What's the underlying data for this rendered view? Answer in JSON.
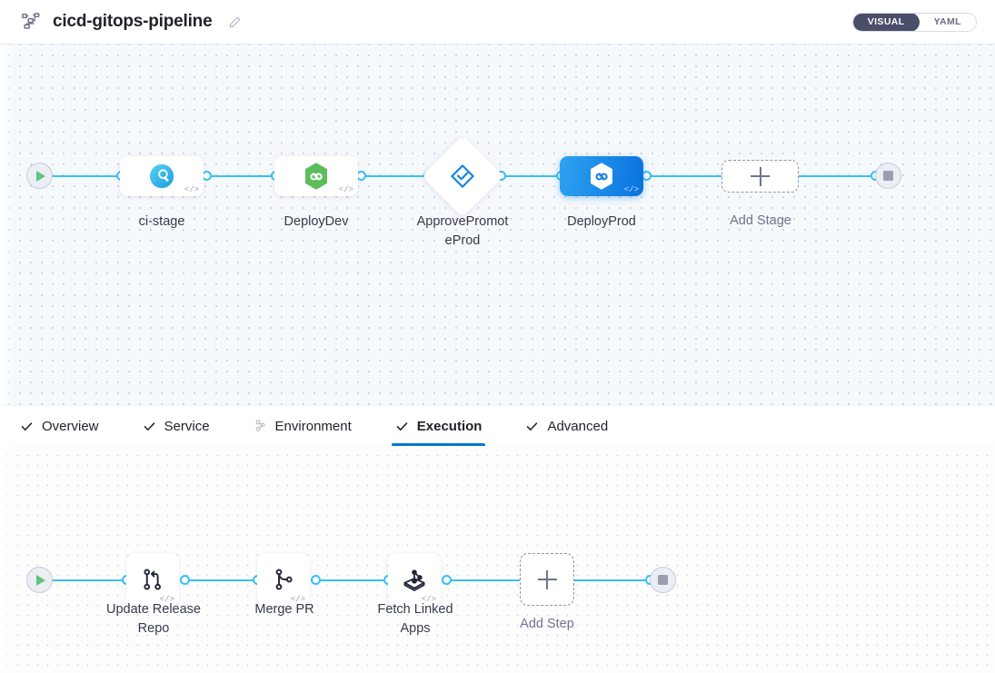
{
  "header": {
    "icon": "pipeline-icon",
    "title": "cicd-gitops-pipeline",
    "edit_icon": "pencil-icon",
    "view_toggle": {
      "options": [
        "VISUAL",
        "YAML"
      ],
      "selected": "VISUAL"
    }
  },
  "colors": {
    "accent_blue": "#0278d5",
    "edge_blue": "#38bff8",
    "selected_node": "#0a72df",
    "start_green": "#5fc57a",
    "canvas_top_bg": "#f6f9fc",
    "canvas_bottom_bg": "#fdfdfe",
    "toggle_active_bg": "#4a4e69"
  },
  "stage_graph": {
    "start_node": {
      "name": "start-node",
      "icon": "play-icon"
    },
    "end_node": {
      "name": "end-node",
      "icon": "stop-icon"
    },
    "stages": [
      {
        "id": "ci-stage",
        "label": "ci-stage",
        "type": "card",
        "icon": "ci-build-icon",
        "selected": false,
        "code_badge": "</>"
      },
      {
        "id": "deploy-dev",
        "label": "DeployDev",
        "type": "card",
        "icon": "deploy-hexagon-icon",
        "selected": false,
        "code_badge": "</>"
      },
      {
        "id": "approve-promote-prod",
        "label": "ApprovePromot\neProd",
        "type": "diamond",
        "icon": "approval-icon",
        "selected": false,
        "code_badge": ""
      },
      {
        "id": "deploy-prod",
        "label": "DeployProd",
        "type": "card",
        "icon": "deploy-hexagon-icon",
        "selected": true,
        "code_badge": "</>"
      }
    ],
    "add_stage": {
      "label": "Add Stage",
      "icon": "plus-icon"
    }
  },
  "tabs": [
    {
      "id": "overview",
      "label": "Overview",
      "icon": "check-icon",
      "active": false
    },
    {
      "id": "service",
      "label": "Service",
      "icon": "check-icon",
      "active": false
    },
    {
      "id": "environment",
      "label": "Environment",
      "icon": "cluster-icon",
      "active": false
    },
    {
      "id": "execution",
      "label": "Execution",
      "icon": "check-icon",
      "active": true
    },
    {
      "id": "advanced",
      "label": "Advanced",
      "icon": "check-icon",
      "active": false
    }
  ],
  "step_graph": {
    "start_node": {
      "name": "start-node",
      "icon": "play-icon"
    },
    "end_node": {
      "name": "end-node",
      "icon": "stop-icon"
    },
    "steps": [
      {
        "id": "update-release-repo",
        "label": "Update Release\nRepo",
        "icon": "git-merge-icon",
        "code_badge": "</>"
      },
      {
        "id": "merge-pr",
        "label": "Merge PR",
        "icon": "git-branch-icon",
        "code_badge": "</>"
      },
      {
        "id": "fetch-linked-apps",
        "label": "Fetch Linked\nApps",
        "icon": "argo-squid-icon",
        "code_badge": "</>"
      }
    ],
    "add_step": {
      "label": "Add Step",
      "icon": "plus-icon"
    }
  }
}
